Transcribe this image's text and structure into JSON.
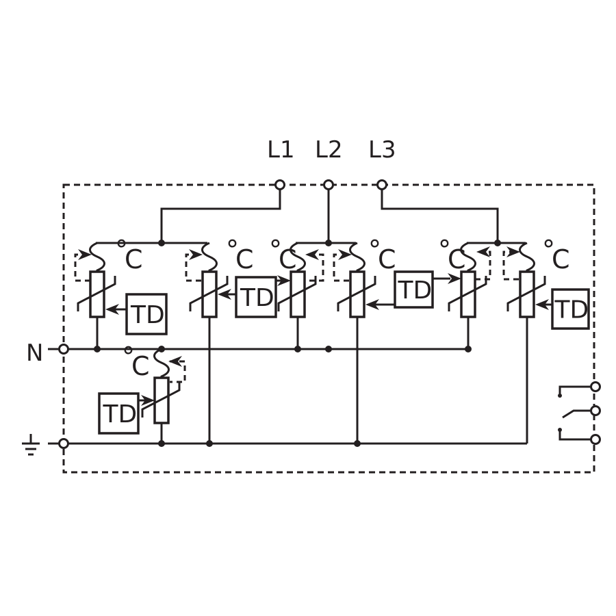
{
  "terminals": {
    "l1": "L1",
    "l2": "L2",
    "l3": "L3",
    "n": "N"
  },
  "components": {
    "td_label": "TD",
    "temp_unit": "C",
    "degree": "°"
  },
  "colors": {
    "line": "#231f20",
    "background": "#ffffff"
  }
}
